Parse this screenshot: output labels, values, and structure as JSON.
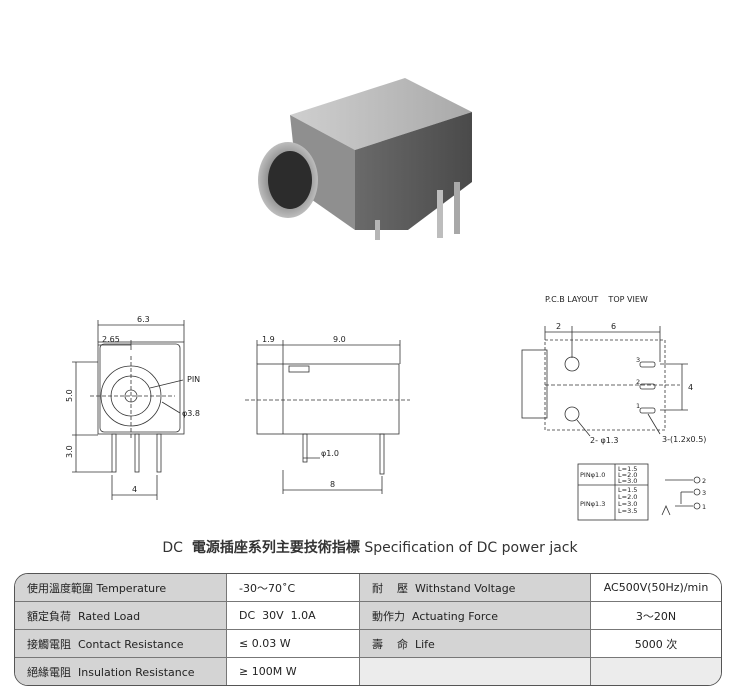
{
  "drawing_labels": {
    "front_width": "6.3",
    "front_offset": "2.65",
    "front_height": "5.0",
    "front_pin_height": "3.0",
    "front_pin_spacing": "4",
    "pin_label": "PIN",
    "hole_diameter": "φ3.8",
    "side_offset": "1.9",
    "side_length": "9.0",
    "side_pin_diameter": "φ1.0",
    "side_pin_span": "8",
    "pcb_title": "P.C.B LAYOUT    TOP VIEW",
    "pcb_dim_a": "2",
    "pcb_dim_b": "6",
    "pcb_dim_height": "4",
    "pcb_pin_3": "3",
    "pcb_pin_2": "2",
    "pcb_pin_1": "1",
    "pcb_hole_label": "2- φ1.3",
    "pcb_slot_label": "3-(1.2x0.5)",
    "pin_table": {
      "row1_label": "PINφ1.0",
      "row1_values": [
        "L=1.5",
        "L=2.0",
        "L=3.0"
      ],
      "row2_label": "PINφ1.3",
      "row2_values": [
        "L=1.5",
        "L=2.0",
        "L=3.0",
        "L=3.5"
      ]
    },
    "schematic_pins": [
      "2",
      "3",
      "1"
    ]
  },
  "caption": {
    "prefix": "DC",
    "zh": "電源插座系列主要技術指標",
    "en": "Specification of DC power jack"
  },
  "spec_table": [
    [
      "使用溫度範圍 Temperature",
      "-30～70˚C",
      "耐    壓  Withstand Voltage",
      "AC500V(50Hz)/min"
    ],
    [
      "額定負荷  Rated Load",
      "DC  30V  1.0A",
      "動作力  Actuating Force",
      "3～20N"
    ],
    [
      "接觸電阻  Contact Resistance",
      "≤ 0.03 W",
      "壽    命  Life",
      "5000 次"
    ],
    [
      "絕緣電阻  Insulation Resistance",
      "≥ 100M W",
      "",
      ""
    ]
  ]
}
